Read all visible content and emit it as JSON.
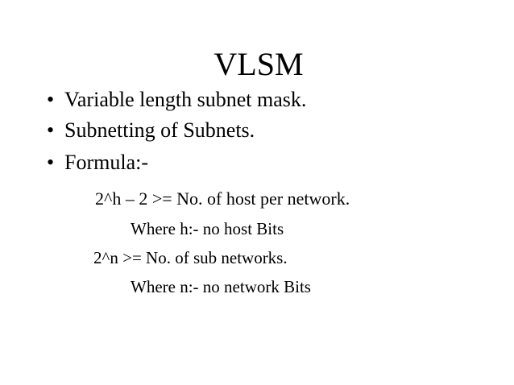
{
  "slide": {
    "title": "VLSM",
    "bullets": [
      {
        "marker": "•",
        "text": "Variable length subnet mask."
      },
      {
        "marker": "•",
        "text": "Subnetting of Subnets."
      },
      {
        "marker": "•",
        "text": "Formula:-"
      }
    ],
    "formula_lines": [
      "2^h – 2 >= No. of host per network.",
      "Where h:- no host Bits",
      "2^n  >= No. of sub networks.",
      "Where n:- no network Bits"
    ]
  }
}
